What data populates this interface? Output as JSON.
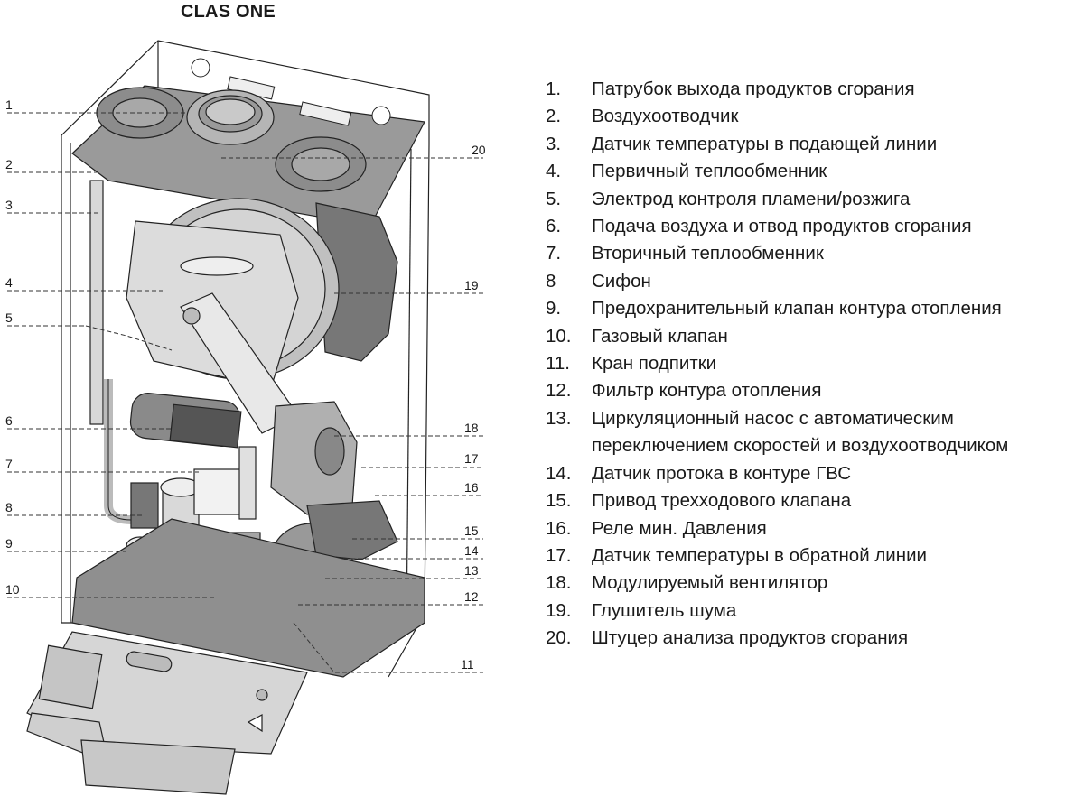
{
  "title": "CLAS ONE",
  "callouts": {
    "left": [
      "1",
      "2",
      "3",
      "4",
      "5",
      "6",
      "7",
      "8",
      "9",
      "10"
    ],
    "right": [
      "20",
      "19",
      "18",
      "17",
      "16",
      "15",
      "14",
      "13",
      "12",
      "11"
    ]
  },
  "legend": [
    {
      "num": "1.",
      "text": "Патрубок выхода продуктов сгорания"
    },
    {
      "num": "2.",
      "text": "Воздухоотводчик"
    },
    {
      "num": "3.",
      "text": "Датчик температуры в подающей линии"
    },
    {
      "num": "4.",
      "text": "Первичный теплообменник"
    },
    {
      "num": "5.",
      "text": "Электрод контроля пламени/розжига"
    },
    {
      "num": "6.",
      "text": "Подача воздуха и отвод продуктов сгорания"
    },
    {
      "num": "7.",
      "text": "Вторичный теплообменник"
    },
    {
      "num": "8",
      "text": "Сифон"
    },
    {
      "num": "9.",
      "text": "Предохранительный клапан контура отопления"
    },
    {
      "num": "10.",
      "text": "Газовый клапан"
    },
    {
      "num": "11.",
      "text": "Кран подпитки"
    },
    {
      "num": "12.",
      "text": "Фильтр контура отопления"
    },
    {
      "num": "13.",
      "text": "Циркуляционный насос с автоматическим",
      "cont": "переключением скоростей и воздухоотводчиком"
    },
    {
      "num": "14.",
      "text": "Датчик протока в контуре ГВС"
    },
    {
      "num": "15.",
      "text": "Привод трехходового клапана"
    },
    {
      "num": "16.",
      "text": "Реле мин. Давления"
    },
    {
      "num": "17.",
      "text": "Датчик температуры в обратной линии"
    },
    {
      "num": "18.",
      "text": "Модулируемый вентилятор"
    },
    {
      "num": "19.",
      "text": "Глушитель шума"
    },
    {
      "num": "20.",
      "text": "Штуцер анализа продуктов сгорания"
    }
  ]
}
